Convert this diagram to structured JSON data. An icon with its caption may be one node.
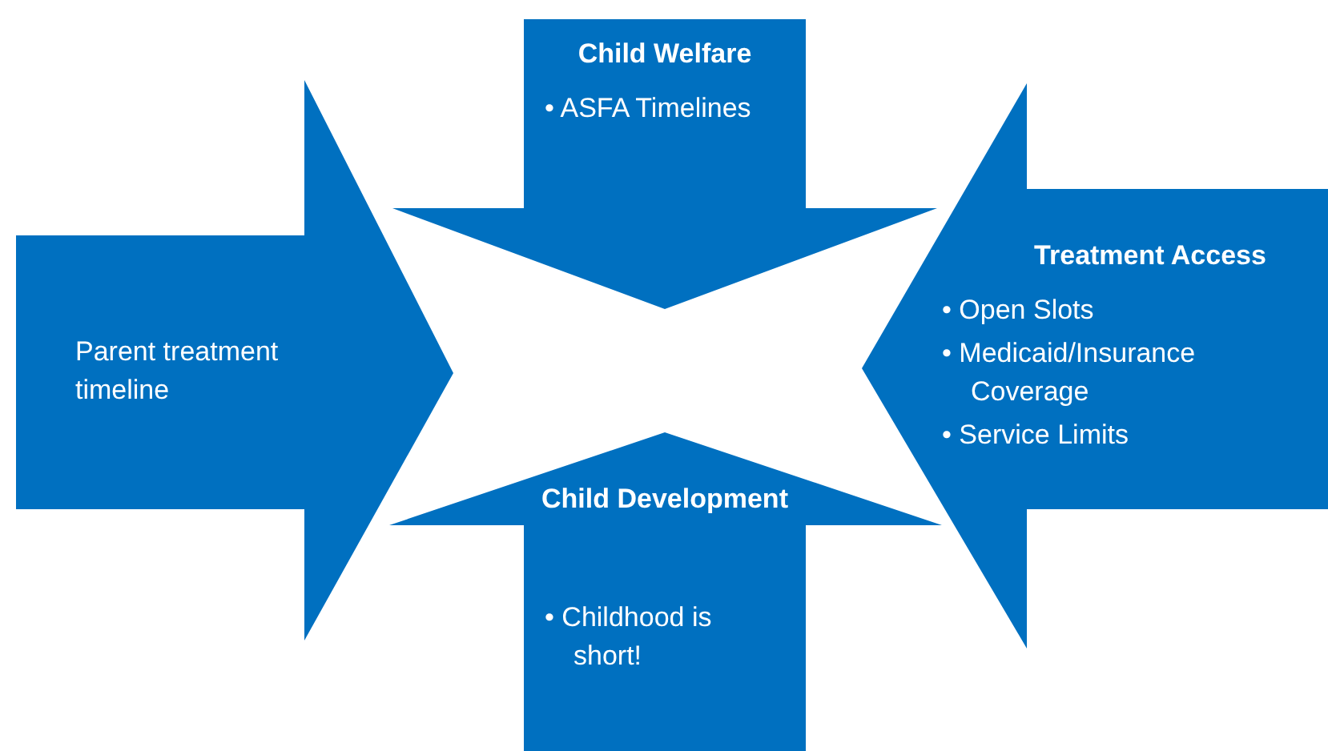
{
  "diagram": {
    "nodes": [
      {
        "text": [
          "Child Welfare",
          "• ASFA Timelines"
        ]
      },
      {
        "text": [
          "Parent treatment timeline"
        ]
      },
      {
        "text": [
          "Treatment Access",
          "• Open Slots",
          "• Medicaid/Insurance Coverage",
          "• Service Limits"
        ]
      },
      {
        "text": [
          "Child Development",
          "• Childhood is short!"
        ]
      }
    ]
  }
}
